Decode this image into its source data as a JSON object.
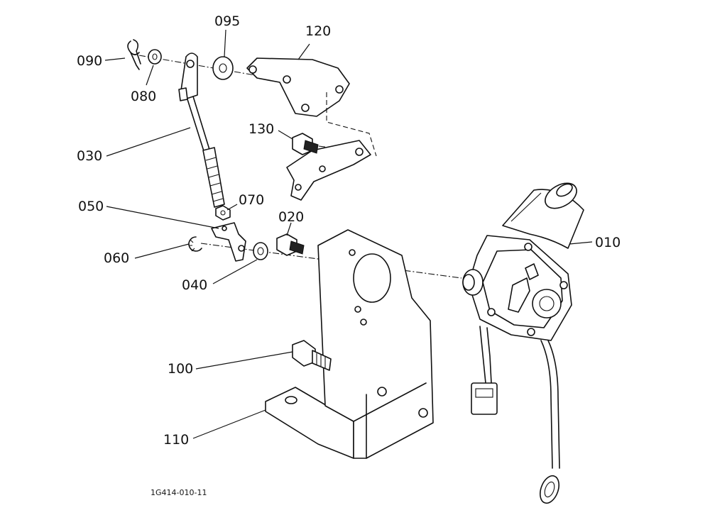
{
  "figure_code": "1G414-010-11",
  "parts": [
    {
      "id": "p010",
      "label": "010",
      "icon": "motor-actuator-icon"
    },
    {
      "id": "p020",
      "label": "020",
      "icon": "bolt-icon"
    },
    {
      "id": "p030",
      "label": "030",
      "icon": "threaded-rod-icon"
    },
    {
      "id": "p040",
      "label": "040",
      "icon": "washer-icon"
    },
    {
      "id": "p050",
      "label": "050",
      "icon": "lever-icon"
    },
    {
      "id": "p060",
      "label": "060",
      "icon": "snap-ring-icon"
    },
    {
      "id": "p070",
      "label": "070",
      "icon": "nut-icon"
    },
    {
      "id": "p080",
      "label": "080",
      "icon": "washer-icon"
    },
    {
      "id": "p090",
      "label": "090",
      "icon": "cotter-pin-icon"
    },
    {
      "id": "p095",
      "label": "095",
      "icon": "washer-icon"
    },
    {
      "id": "p100",
      "label": "100",
      "icon": "mounting-bracket-icon"
    },
    {
      "id": "p110",
      "label": "110",
      "icon": "bolt-icon"
    },
    {
      "id": "p120",
      "label": "120",
      "icon": "plate-bracket-icon"
    },
    {
      "id": "p130",
      "label": "130",
      "icon": "bolt-icon"
    }
  ]
}
